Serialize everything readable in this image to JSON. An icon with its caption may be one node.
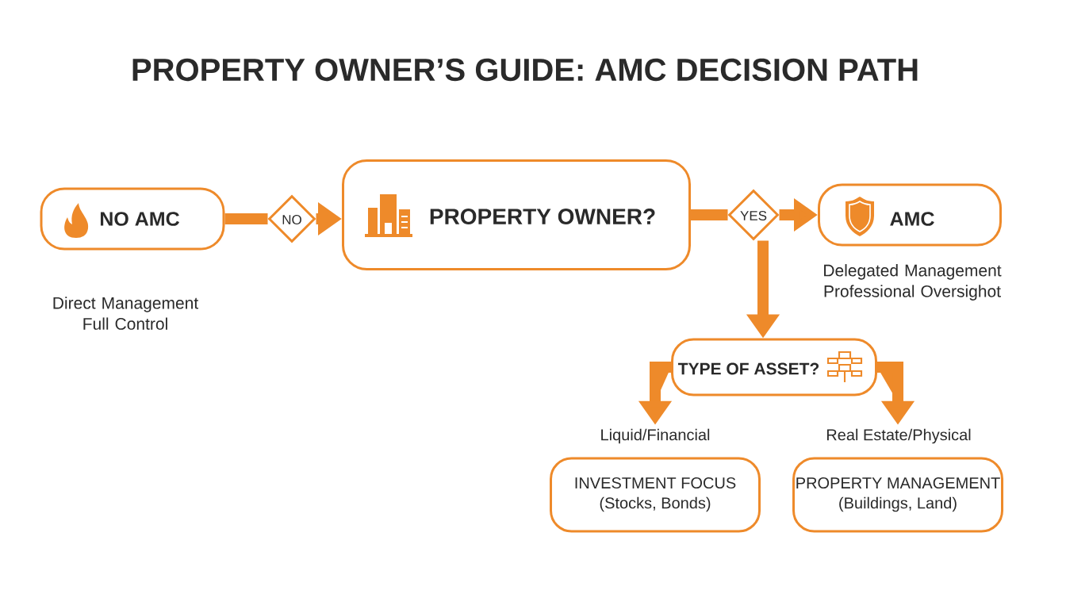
{
  "diagram": {
    "title": "PROPERTY OWNER’S GUIDE: AMC DECISION PATH",
    "nodes": [
      {
        "text": [
          "NO AMC"
        ],
        "beside": [
          "Direct Management Full Control"
        ]
      },
      {
        "text": [
          "NO"
        ]
      },
      {
        "text": [
          "PROPERTY OWNER?"
        ]
      },
      {
        "text": [
          "YES"
        ]
      },
      {
        "text": [
          "AMC"
        ],
        "beside": [
          "Delegated Management Professional Oversighot"
        ]
      },
      {
        "text": [
          "TYPE OF ASSET?"
        ]
      },
      {
        "text": [
          "Liquid/Financial",
          "INVESTMENT FOCUS",
          "(Stocks, Bonds)"
        ]
      },
      {
        "text": [
          "Real Estate/Physical",
          "PROPERTY MANAGEMENT",
          "(Buildings, Land)"
        ]
      }
    ],
    "edges": [
      {
        "from": 0,
        "to": 1,
        "arrow": "none"
      },
      {
        "from": 1,
        "to": 2,
        "arrow": "to"
      },
      {
        "from": 2,
        "to": 3,
        "arrow": "none"
      },
      {
        "from": 3,
        "to": 4,
        "arrow": "to"
      },
      {
        "from": 3,
        "to": 5,
        "arrow": "to"
      },
      {
        "from": 5,
        "to": 6,
        "arrow": "to"
      },
      {
        "from": 5,
        "to": 7,
        "arrow": "to"
      }
    ]
  }
}
